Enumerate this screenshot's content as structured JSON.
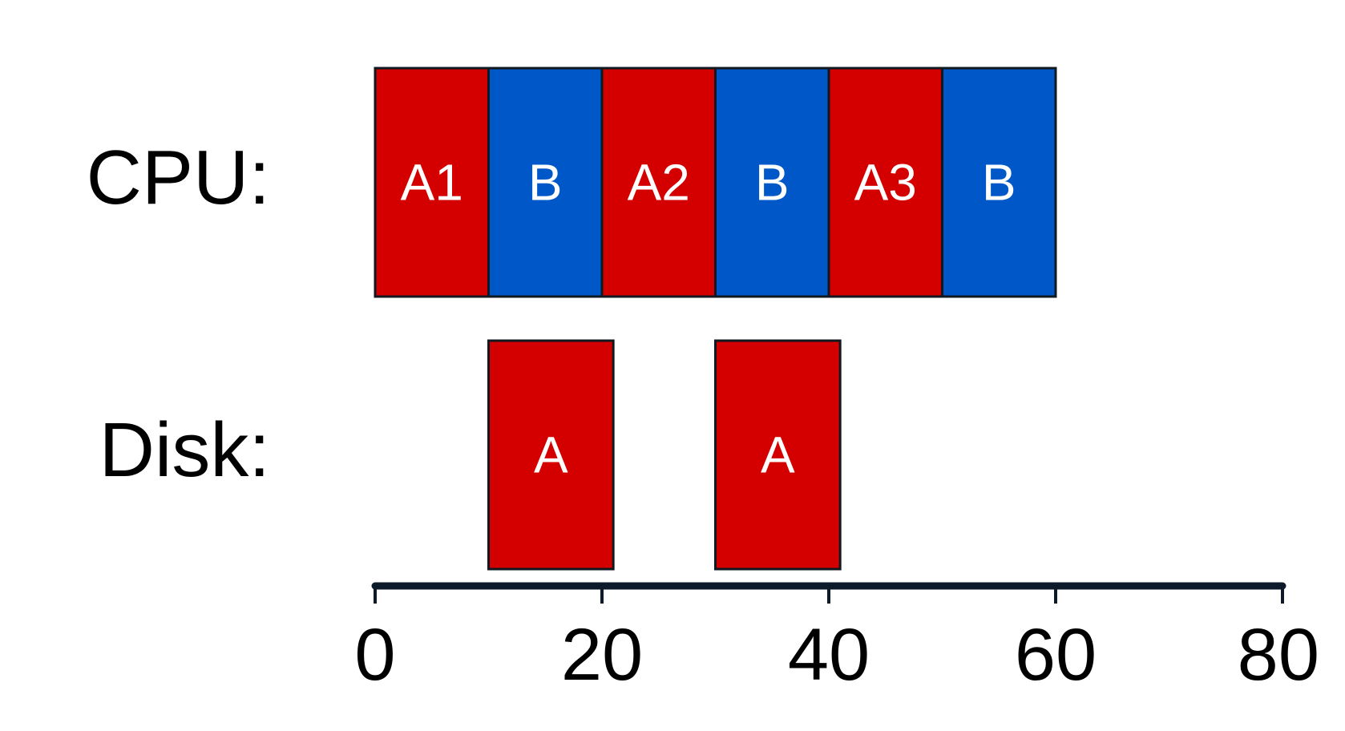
{
  "rows": [
    {
      "label": "CPU:",
      "segments": [
        {
          "label": "A1",
          "start": 0,
          "end": 10,
          "color": "#d40000"
        },
        {
          "label": "B",
          "start": 10,
          "end": 20,
          "color": "#0058c8"
        },
        {
          "label": "A2",
          "start": 20,
          "end": 30,
          "color": "#d40000"
        },
        {
          "label": "B",
          "start": 30,
          "end": 40,
          "color": "#0058c8"
        },
        {
          "label": "A3",
          "start": 40,
          "end": 50,
          "color": "#d40000"
        },
        {
          "label": "B",
          "start": 50,
          "end": 60,
          "color": "#0058c8"
        }
      ]
    },
    {
      "label": "Disk:",
      "segments": [
        {
          "label": "A",
          "start": 10,
          "end": 21,
          "color": "#d40000"
        },
        {
          "label": "A",
          "start": 30,
          "end": 41,
          "color": "#d40000"
        }
      ]
    }
  ],
  "axis": {
    "min": 0,
    "max": 80,
    "ticks": [
      "0",
      "20",
      "40",
      "60",
      "80"
    ],
    "tick_values": [
      0,
      20,
      40,
      60,
      80
    ]
  }
}
